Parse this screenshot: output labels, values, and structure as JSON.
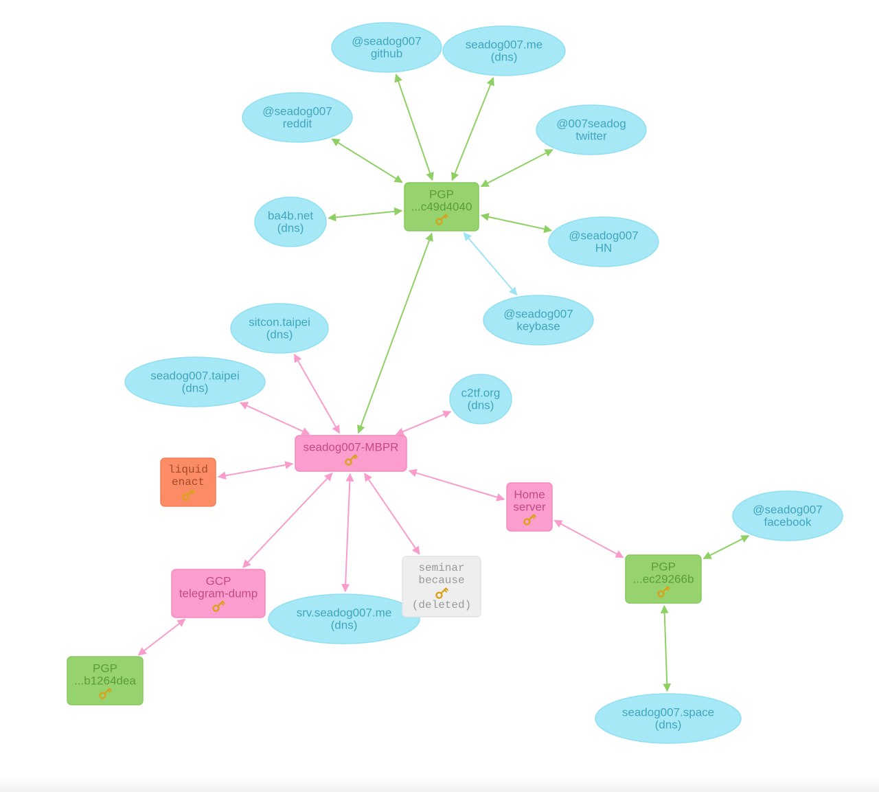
{
  "colors": {
    "dns": "#a6e8f6",
    "dns_text": "#3fa6bd",
    "pgp": "#96d36e",
    "pgp_text": "#5a9d36",
    "device": "#fb9dcd",
    "device_text": "#c24a86",
    "orange": "#fb8c65",
    "orange_text": "#a34a27",
    "deleted": "#eeeeee",
    "deleted_text": "#9a9a9a",
    "edge_green": "#8fd064",
    "edge_pink": "#f79ccb",
    "edge_cyan": "#9fe4f5"
  },
  "nodes": [
    {
      "id": "github",
      "kind": "ellipse",
      "color": "dns",
      "lines": [
        "@seadog007",
        "github"
      ]
    },
    {
      "id": "seadog007-me",
      "kind": "ellipse",
      "color": "dns",
      "lines": [
        "seadog007.me",
        "(dns)"
      ]
    },
    {
      "id": "reddit",
      "kind": "ellipse",
      "color": "dns",
      "lines": [
        "@seadog007",
        "reddit"
      ]
    },
    {
      "id": "twitter",
      "kind": "ellipse",
      "color": "dns",
      "lines": [
        "@007seadog",
        "twitter"
      ]
    },
    {
      "id": "ba4b",
      "kind": "ellipse",
      "color": "dns",
      "lines": [
        "ba4b.net",
        "(dns)"
      ]
    },
    {
      "id": "pgp-main",
      "kind": "box",
      "color": "pgp",
      "lines": [
        "PGP",
        "...c49d4040"
      ],
      "key": true
    },
    {
      "id": "hn",
      "kind": "ellipse",
      "color": "dns",
      "lines": [
        "@seadog007",
        "HN"
      ]
    },
    {
      "id": "keybase",
      "kind": "ellipse",
      "color": "dns",
      "lines": [
        "@seadog007",
        "keybase"
      ]
    },
    {
      "id": "sitcon",
      "kind": "ellipse",
      "color": "dns",
      "lines": [
        "sitcon.taipei",
        "(dns)"
      ]
    },
    {
      "id": "seadog-taipei",
      "kind": "ellipse",
      "color": "dns",
      "lines": [
        "seadog007.taipei",
        "(dns)"
      ]
    },
    {
      "id": "c2tf",
      "kind": "ellipse",
      "color": "dns",
      "lines": [
        "c2tf.org",
        "(dns)"
      ]
    },
    {
      "id": "mbpr",
      "kind": "box",
      "color": "device",
      "lines": [
        "seadog007-MBPR"
      ],
      "key": true
    },
    {
      "id": "liquid",
      "kind": "box",
      "color": "orange",
      "mono": true,
      "lines": [
        "liquid",
        "enact"
      ],
      "key": true
    },
    {
      "id": "home",
      "kind": "box",
      "color": "device",
      "lines": [
        "Home",
        "server"
      ],
      "key": true
    },
    {
      "id": "facebook",
      "kind": "ellipse",
      "color": "dns",
      "lines": [
        "@seadog007",
        "facebook"
      ]
    },
    {
      "id": "pgp-ec",
      "kind": "box",
      "color": "pgp",
      "lines": [
        "PGP",
        "...ec29266b"
      ],
      "key": true
    },
    {
      "id": "gcp",
      "kind": "box",
      "color": "device",
      "lines": [
        "GCP",
        "telegram-dump"
      ],
      "key": true
    },
    {
      "id": "srv",
      "kind": "ellipse",
      "color": "dns",
      "lines": [
        "srv.seadog007.me",
        "(dns)"
      ]
    },
    {
      "id": "seminar",
      "kind": "box",
      "color": "deleted",
      "mono": true,
      "lines": [
        "seminar",
        "because",
        "(deleted)"
      ],
      "key": true
    },
    {
      "id": "pgp-b12",
      "kind": "box",
      "color": "pgp",
      "lines": [
        "PGP",
        "...b1264dea"
      ],
      "key": true
    },
    {
      "id": "space",
      "kind": "ellipse",
      "color": "dns",
      "lines": [
        "seadog007.space",
        "(dns)"
      ]
    }
  ],
  "edges": [
    {
      "from": "pgp-main",
      "to": "github",
      "color": "edge_green"
    },
    {
      "from": "pgp-main",
      "to": "seadog007-me",
      "color": "edge_green"
    },
    {
      "from": "pgp-main",
      "to": "reddit",
      "color": "edge_green"
    },
    {
      "from": "pgp-main",
      "to": "twitter",
      "color": "edge_green"
    },
    {
      "from": "pgp-main",
      "to": "ba4b",
      "color": "edge_green"
    },
    {
      "from": "pgp-main",
      "to": "hn",
      "color": "edge_green"
    },
    {
      "from": "pgp-main",
      "to": "keybase",
      "color": "edge_cyan"
    },
    {
      "from": "mbpr",
      "to": "pgp-main",
      "color": "edge_green"
    },
    {
      "from": "mbpr",
      "to": "sitcon",
      "color": "edge_pink"
    },
    {
      "from": "mbpr",
      "to": "seadog-taipei",
      "color": "edge_pink"
    },
    {
      "from": "mbpr",
      "to": "c2tf",
      "color": "edge_pink"
    },
    {
      "from": "mbpr",
      "to": "liquid",
      "color": "edge_pink"
    },
    {
      "from": "mbpr",
      "to": "home",
      "color": "edge_pink"
    },
    {
      "from": "mbpr",
      "to": "gcp",
      "color": "edge_pink"
    },
    {
      "from": "mbpr",
      "to": "srv",
      "color": "edge_pink"
    },
    {
      "from": "mbpr",
      "to": "seminar",
      "color": "edge_pink"
    },
    {
      "from": "home",
      "to": "pgp-ec",
      "color": "edge_pink"
    },
    {
      "from": "pgp-ec",
      "to": "facebook",
      "color": "edge_green"
    },
    {
      "from": "pgp-ec",
      "to": "space",
      "color": "edge_green"
    },
    {
      "from": "gcp",
      "to": "pgp-b12",
      "color": "edge_pink"
    }
  ]
}
